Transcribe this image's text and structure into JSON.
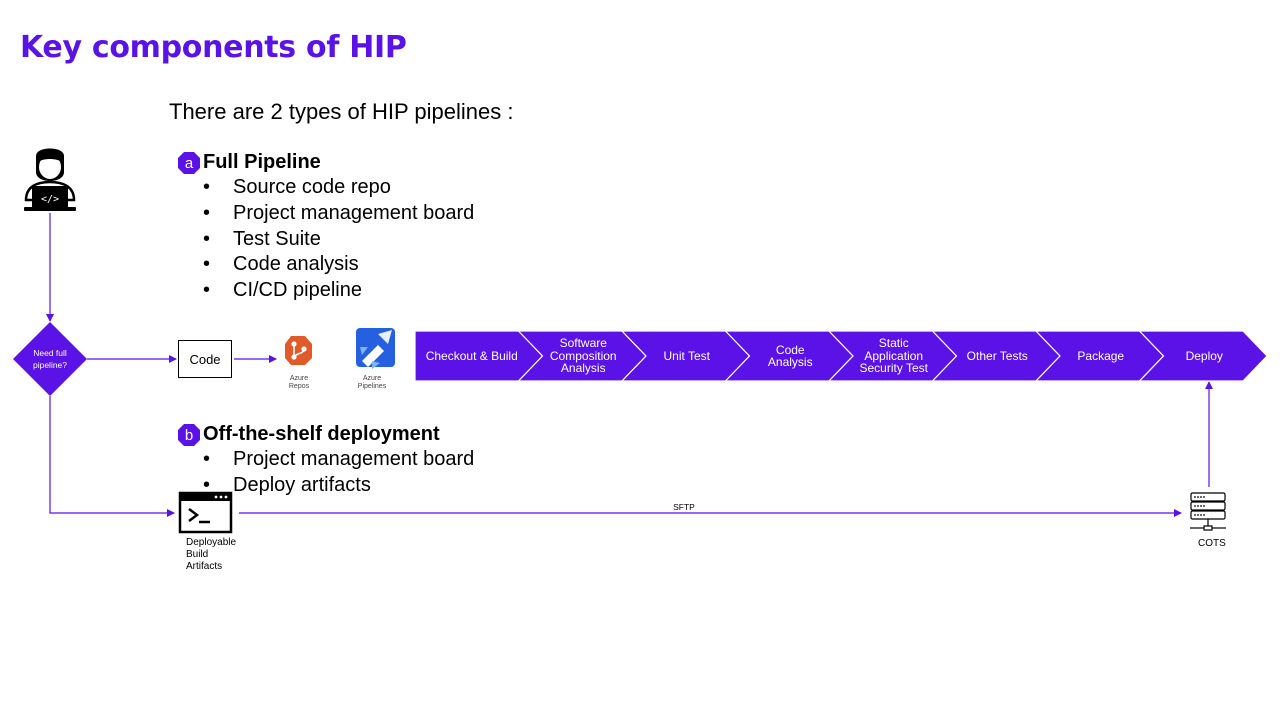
{
  "title": "Key components of HIP",
  "intro": "There are 2 types of HIP pipelines :",
  "sections": [
    {
      "badge": "a",
      "label": "Full Pipeline",
      "items": [
        "Source code repo",
        "Project management  board",
        "Test Suite",
        "Code analysis",
        "CI/CD pipeline"
      ]
    },
    {
      "badge": "b",
      "label": "Off-the-shelf deployment",
      "items": [
        "Project management  board",
        "Deploy artifacts"
      ]
    }
  ],
  "decision": {
    "line1": "Need full",
    "line2": "pipeline?"
  },
  "code_box": "Code",
  "tools": [
    {
      "line1": "Azure",
      "line2": "Repos"
    },
    {
      "line1": "Azure",
      "line2": "Pipelines"
    }
  ],
  "stages": [
    [
      "Checkout & Build"
    ],
    [
      "Software",
      "Composition",
      "Analysis"
    ],
    [
      "Unit Test"
    ],
    [
      "Code",
      "Analysis"
    ],
    [
      "Static",
      "Application",
      "Security Test"
    ],
    [
      "Other Tests"
    ],
    [
      "Package"
    ],
    [
      "Deploy"
    ]
  ],
  "artifacts": {
    "line1": "Deployable",
    "line2": "Build",
    "line3": "Artifacts"
  },
  "transfer": "SFTP",
  "target": "COTS",
  "colors": {
    "accent": "#5b12e6",
    "text": "#000000",
    "stage_text": "#ffffff"
  },
  "icons": [
    "developer-laptop-icon",
    "azure-repos-icon",
    "azure-pipelines-icon",
    "terminal-icon",
    "server-icon"
  ]
}
